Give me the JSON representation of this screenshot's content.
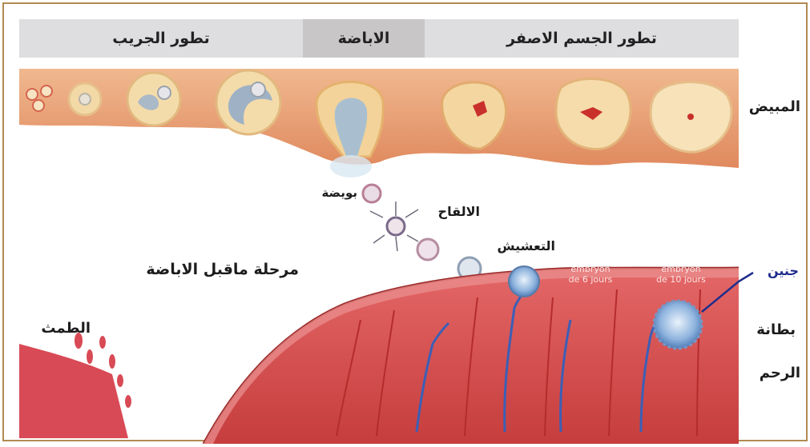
{
  "header": {
    "follicle_development": "تطور الجريب",
    "ovulation": "الاباضة",
    "corpus_luteum_development": "تطور الجسم الاصفر"
  },
  "labels": {
    "ovary": "المبيض",
    "ovum": "بويضة",
    "fertilization": "الالقاح",
    "implantation": "التعشيش",
    "pre_ovulation_phase": "مرحلة ماقبل الاباضة",
    "menstruation": "الطمث",
    "embryo": "جنين",
    "endometrium_line1": "بطانة",
    "endometrium_line2": "الرحم"
  },
  "embryo_tags": [
    {
      "line1": "embryon",
      "line2": "de 6 jours"
    },
    {
      "line1": "embryon",
      "line2": "de 10 jours"
    }
  ],
  "colors": {
    "header_bg": "#d9d9dc",
    "header_mid": "#c7c4c6",
    "ovary_tissue": "#e9a47a",
    "follicle_fill": "#f3dfae",
    "endometrium": "#d64848",
    "vessel_blue": "#3b5fb6",
    "embryo_line": "#1f2d8c"
  }
}
